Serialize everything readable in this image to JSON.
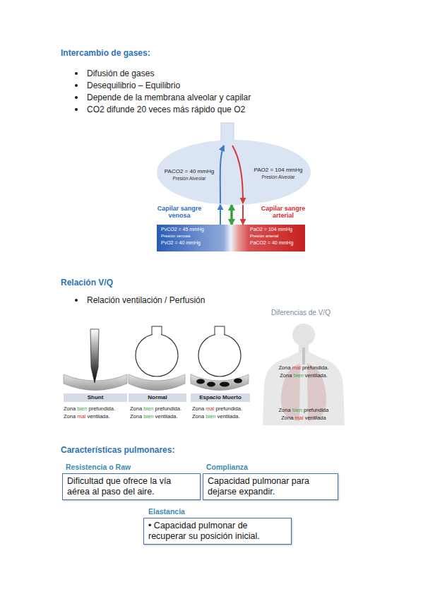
{
  "diagram": {
    "title": "Intercambio de gases:",
    "nodes": [
      {
        "text": [
          "PACO2 = 40 mmHg",
          "Presión Alveolar",
          "PAO2 = 104 mmHg",
          "Presión Alveolar"
        ]
      },
      {
        "text": [
          "Capilar sangre venosa",
          "PvCO2 = 45 mmHg",
          "Presión venosa",
          "PvO2 = 40 mmHg",
          "Capilar sangre arterial",
          "PaO2 = 104 mmHg",
          "Presión arterial",
          "PaCO2 = 40 mmHg"
        ]
      },
      {
        "text": [
          "Shunt"
        ]
      },
      {
        "text": [
          "Normal"
        ]
      },
      {
        "text": [
          "Espacio Muerto"
        ]
      },
      {
        "text": [
          "Resistencia o Raw",
          "Dificultad que ofrece la vía aérea al paso del aire."
        ]
      },
      {
        "text": [
          "Complianza",
          "Capacidad pulmonar para dejarse expandir."
        ]
      },
      {
        "text": [
          "Elastancia",
          "• Capacidad pulmonar de recuperar su posición inicial."
        ]
      }
    ],
    "edges": [
      {
        "from": 1,
        "to": 0,
        "arrow": "to"
      },
      {
        "from": 0,
        "to": 1,
        "arrow": "to"
      },
      {
        "from": 0,
        "to": 1,
        "arrow": "both"
      }
    ],
    "labels": [
      "Difusión de gases",
      "Desequilibrio – Equilibrio",
      "Depende de la membrana alveolar y capilar",
      "CO2 difunde 20 veces más rápido que O2",
      "Relación V/Q",
      "Relación ventilación / Perfusión",
      "Zona bien prefundida.",
      "Zona mal ventilada.",
      "Zona bien prefundida.",
      "Zona bien ventilada.",
      "Zona mal prefundida.",
      "Zona bien ventilada.",
      "Diferencias de V/Q",
      "Zona mal prefundida.",
      "Zona bien ventilada.",
      "Zona bien prefundida",
      "Zona mal ventilada",
      "Características pulmonares:"
    ]
  }
}
